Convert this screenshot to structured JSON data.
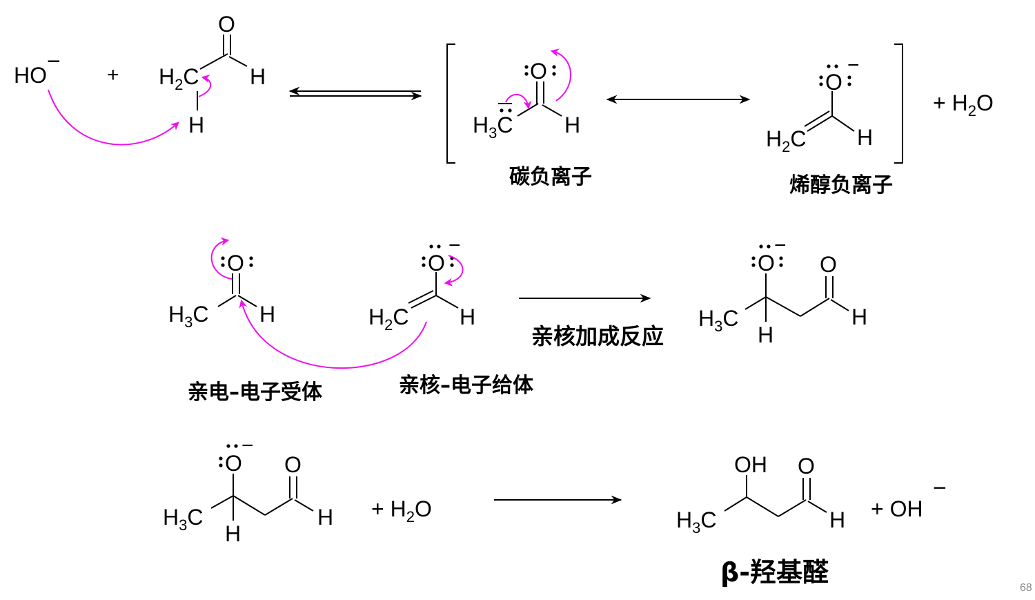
{
  "colors": {
    "bond": "#000000",
    "arrow_curly": "#ee10ee",
    "label_blue": "#1b2ef0",
    "label_purple": "#8a28e6",
    "label_red": "#ee1010"
  },
  "labels": {
    "carbanion": "碳负离子",
    "enolate": "烯醇负离子",
    "nucleophilic_addition": "亲核加成反应",
    "electrophile": "亲电–电子受体",
    "nucleophile": "亲核–电子给体",
    "beta_hydroxy_aldehyde": "β-羟基醛"
  },
  "page_number": "68",
  "row1": {
    "hydroxide_HO": "HO",
    "charge": "−",
    "plus": "+",
    "acetaldehyde_H2C": "H",
    "acetaldehyde_H2C_sub": "2",
    "acetaldehyde_H2C_C": "C",
    "O": "O",
    "H": "H",
    "H_alpha": "H",
    "carbanion_H3C": "H",
    "carbanion_H3C_sub": "3",
    "carbanion_C": "C",
    "enolate_H2C": "H",
    "enolate_H2C_sub": "2",
    "enolate_C": "C",
    "plus_water": "+  H",
    "water_sub": "2",
    "water_O": "O"
  },
  "row2": {
    "H3C_H": "H",
    "H3C_sub": "3",
    "H3C_C": "C",
    "H2C_H": "H",
    "H2C_sub": "2",
    "H2C_C": "C"
  },
  "row3": {
    "plus_water": "+ H",
    "water_sub": "2",
    "water_O": "O",
    "plus_OH": "+ OH",
    "OH": "OH"
  }
}
